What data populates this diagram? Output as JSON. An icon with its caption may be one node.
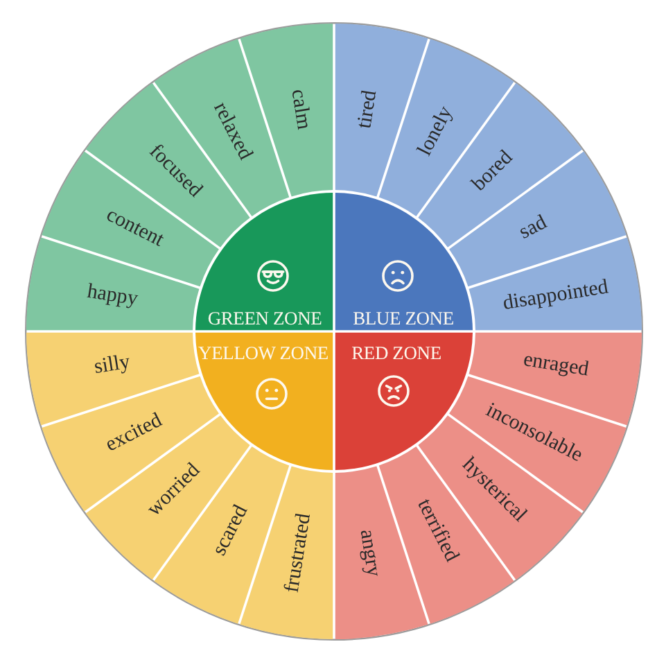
{
  "diagram": {
    "nodes": [
      {
        "text": [
          "GREEN ZONE"
        ]
      },
      {
        "text": [
          "happy"
        ]
      },
      {
        "text": [
          "content"
        ]
      },
      {
        "text": [
          "focused"
        ]
      },
      {
        "text": [
          "relaxed"
        ]
      },
      {
        "text": [
          "calm"
        ]
      },
      {
        "text": [
          "BLUE ZONE"
        ]
      },
      {
        "text": [
          "tired"
        ]
      },
      {
        "text": [
          "lonely"
        ]
      },
      {
        "text": [
          "bored"
        ]
      },
      {
        "text": [
          "sad"
        ]
      },
      {
        "text": [
          "disappointed"
        ]
      },
      {
        "text": [
          "YELLOW ZONE"
        ]
      },
      {
        "text": [
          "silly"
        ]
      },
      {
        "text": [
          "excited"
        ]
      },
      {
        "text": [
          "worried"
        ]
      },
      {
        "text": [
          "scared"
        ]
      },
      {
        "text": [
          "frustrated"
        ]
      },
      {
        "text": [
          "RED ZONE"
        ]
      },
      {
        "text": [
          "enraged"
        ]
      },
      {
        "text": [
          "inconsolable"
        ]
      },
      {
        "text": [
          "hysterical"
        ]
      },
      {
        "text": [
          "terrified"
        ]
      },
      {
        "text": [
          "angry"
        ]
      }
    ]
  }
}
